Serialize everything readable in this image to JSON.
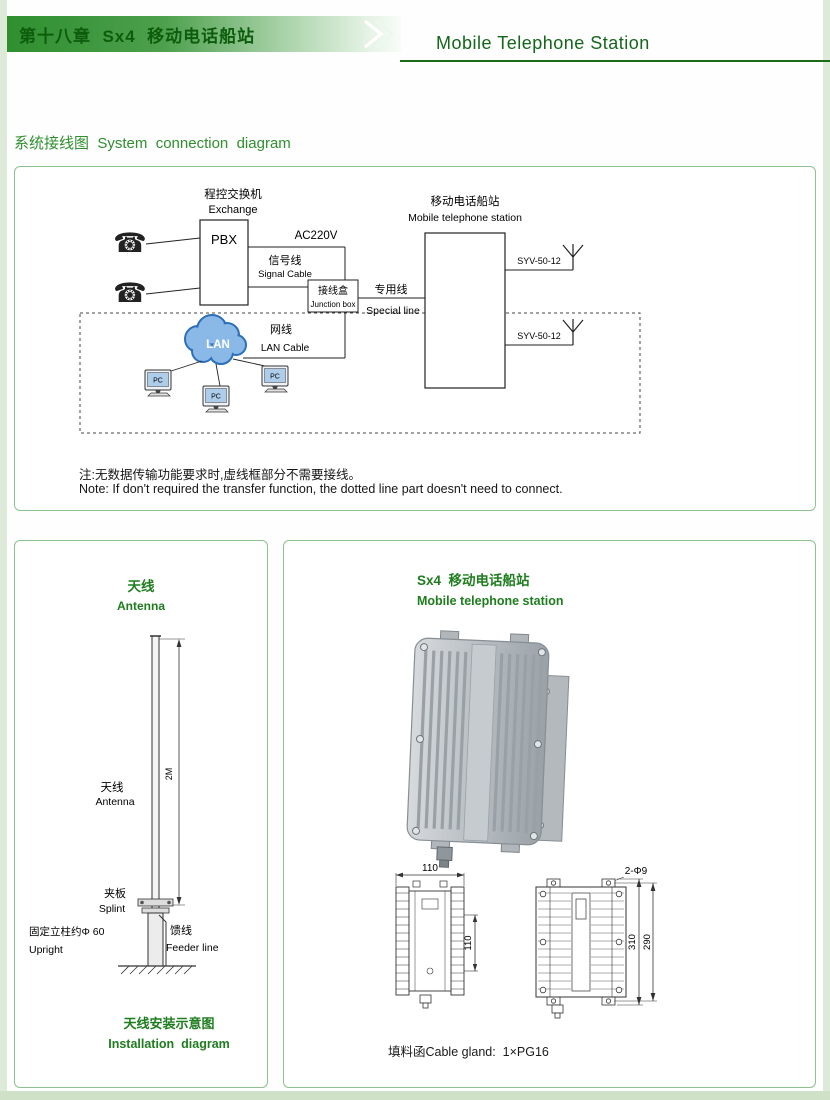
{
  "theme": {
    "green_dark": "#166b16",
    "green_mid": "#2f8f2f",
    "banner_green": "#3a9a3a",
    "panel_border": "#8fc08f",
    "cloud_blue": "#7fb2e5",
    "line_black": "#222222"
  },
  "header": {
    "chapter": "第十八章  Sx4  移动电话船站",
    "title_en": "Mobile Telephone Station"
  },
  "section": {
    "zh": "系统接线图",
    "en": "System  connection  diagram"
  },
  "diagram": {
    "exchange_zh": "程控交换机",
    "exchange_en": "Exchange",
    "pbx": "PBX",
    "ac": "AC220V",
    "signal_zh": "信号线",
    "signal_en": "Signal Cable",
    "junction_zh": "接线盒",
    "junction_en": "Junction box",
    "special_zh": "专用线",
    "special_en": "Special line",
    "station_zh": "移动电话船站",
    "station_en": "Mobile telephone station",
    "syv_top": "SYV-50-12",
    "syv_bottom": "SYV-50-12",
    "lan": "LAN",
    "net_zh": "网线",
    "net_en": "LAN Cable",
    "pc": "PC",
    "phone_glyph": "☎",
    "note_zh": "注:无数据传输功能要求时,虚线框部分不需要接线。",
    "note_en": "Note: If don't required the transfer function, the dotted line part doesn't need to connect."
  },
  "antenna": {
    "title_zh": "天线",
    "title_en": "Antenna",
    "dim_2m": "2M",
    "antenna_zh": "天线",
    "antenna_en": "Antenna",
    "splint_zh": "夹板",
    "splint_en": "Splint",
    "upright_zh": "固定立柱约Φ 60",
    "upright_en": "Upright",
    "feeder_zh": "馈线",
    "feeder_en": "Feeder line",
    "caption_zh": "天线安装示意图",
    "caption_en": "Installation  diagram"
  },
  "station": {
    "title_zh": "Sx4  移动电话船站",
    "title_en": "Mobile telephone station",
    "dim_width": "110",
    "dim_holes": "2-Φ9",
    "dim_mid": "110",
    "dim_h1": "310",
    "dim_h2": "290",
    "gland": "填料函Cable gland:  1×PG16"
  }
}
